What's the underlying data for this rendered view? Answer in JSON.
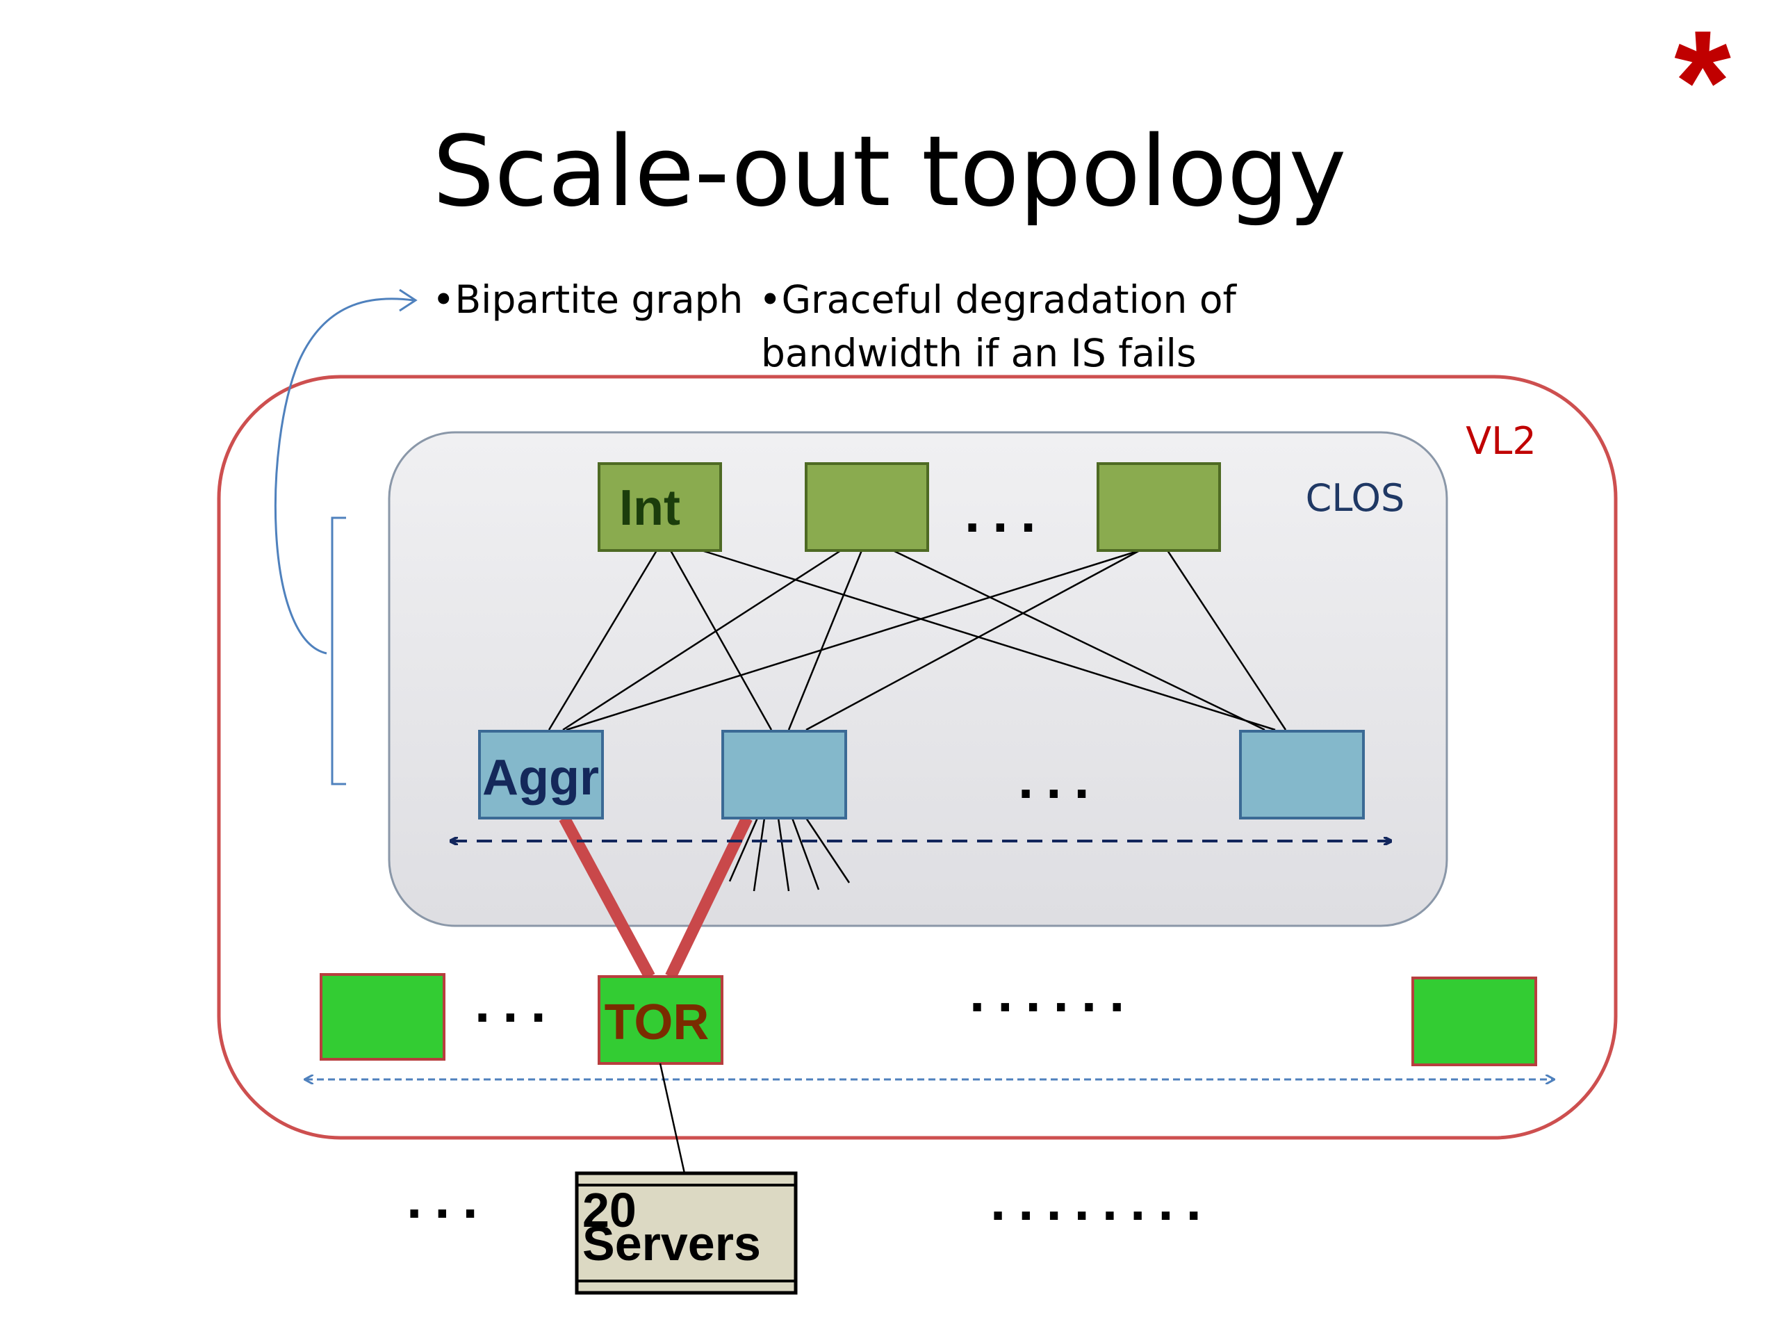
{
  "slide": {
    "title": "Scale-out topology",
    "corner_mark": "*",
    "bullets": {
      "left": "•Bipartite graph",
      "right_line1": "•Graceful degradation of",
      "right_line2": "bandwidth if an IS fails"
    },
    "labels": {
      "vl2": "VL2",
      "clos": "CLOS",
      "int": "Int",
      "aggr": "Aggr",
      "tor": "TOR",
      "servers_line1": "20",
      "servers_line2": "Servers"
    },
    "ellipses": {
      "int_row": "...",
      "aggr_row": "...",
      "tor_left": "...",
      "tor_right": "......",
      "server_left": "...",
      "server_right": "........"
    }
  },
  "colors": {
    "int_fill": "#8aab4f",
    "int_stroke": "#4e6a23",
    "aggr_fill": "#84b8cb",
    "aggr_stroke": "#3b6a95",
    "tor_fill": "#33cc33",
    "tor_stroke": "#b83e3e",
    "vl2_border": "#cd4f4f",
    "clos_fill": "#e8e8ea",
    "red_link": "#c9484a",
    "servers_fill": "#dcd9c3",
    "accent_blue": "#4f81bd",
    "dashed_dark": "#12265c",
    "asterisk": "#c00000"
  }
}
